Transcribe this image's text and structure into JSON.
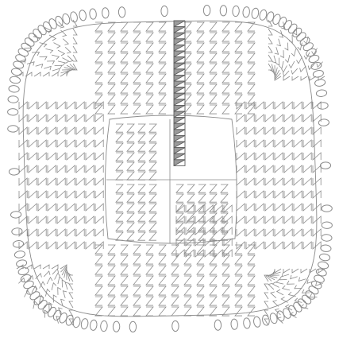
{
  "diagram": {
    "kind": "crochet-square-stitch-chart",
    "colors": {
      "background": "#ffffff",
      "line": "#8a8a8a",
      "highlight": "#5c5c5c",
      "highlight_fill": "#9a9a9a"
    },
    "border": {
      "stitch": "oval-chain-loop",
      "count": 96
    },
    "center": {
      "shape": "rounded-square"
    },
    "highlighted_column": {
      "stitch": "filled-triangle",
      "count": 24
    }
  }
}
